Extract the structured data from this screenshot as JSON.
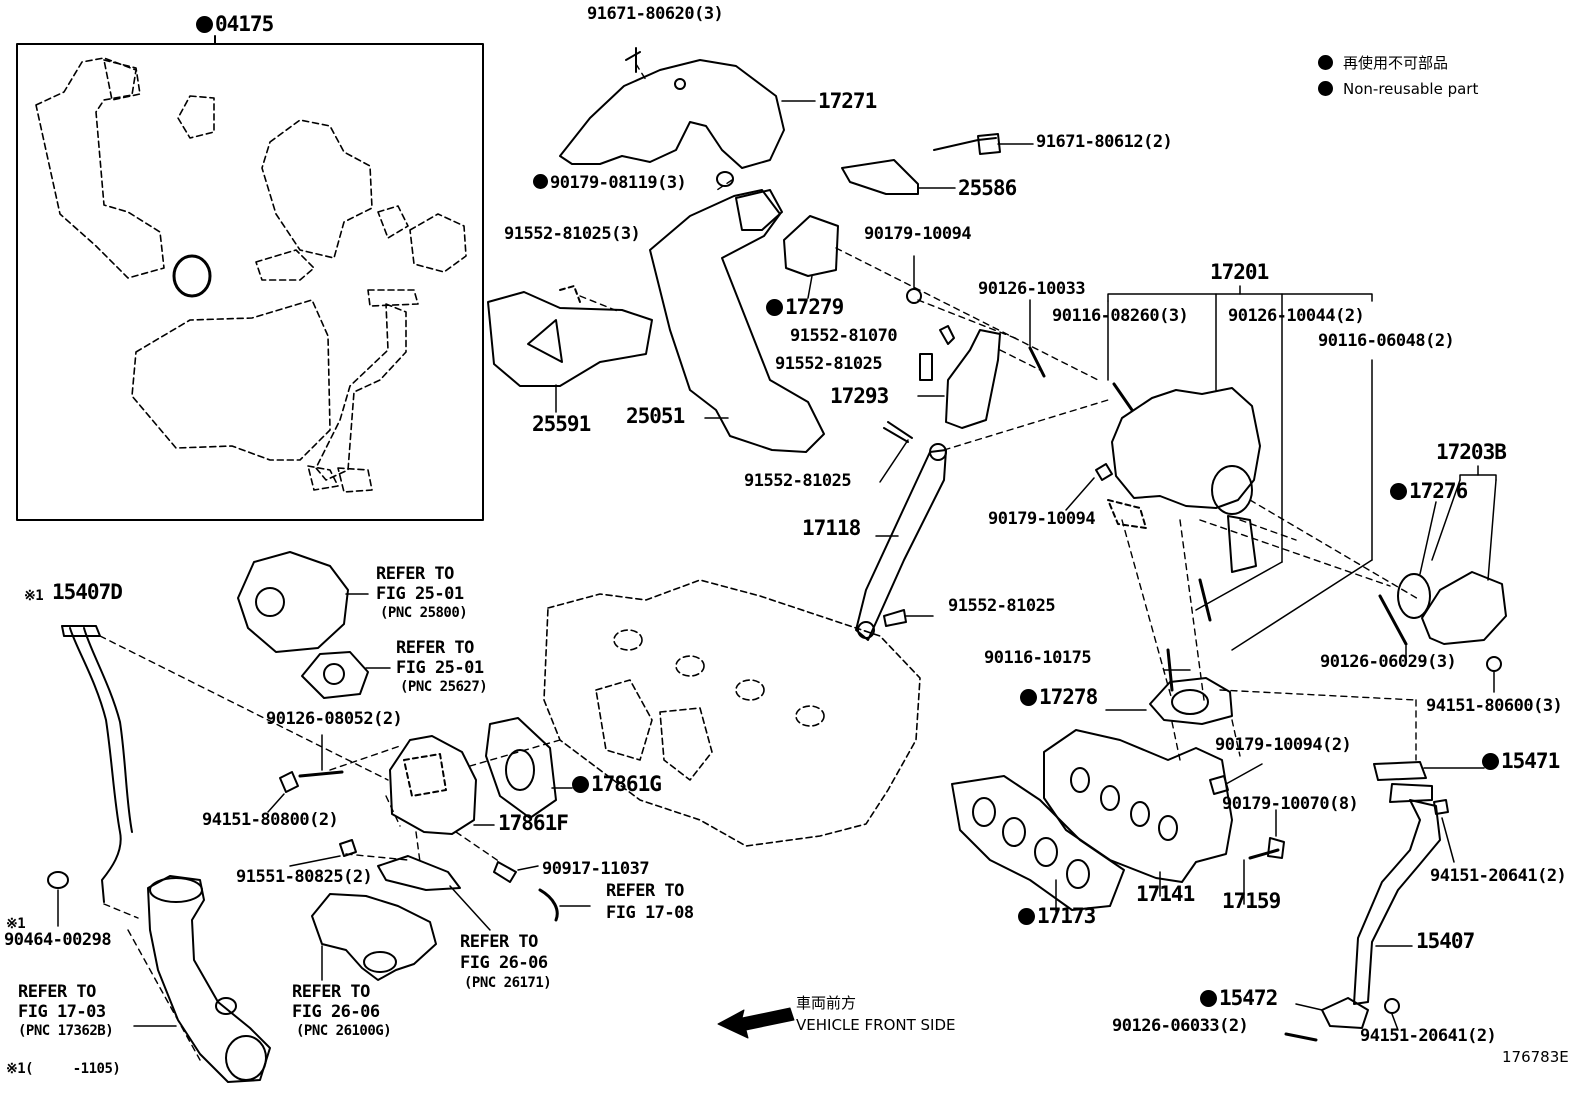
{
  "legend": {
    "jp": "再使用不可部品",
    "en": "Non-reusable part"
  },
  "kit_label": "04175",
  "parts": {
    "p91671_80620": "91671-80620(3)",
    "p17271": "17271",
    "p91671_80612": "91671-80612(2)",
    "p25586": "25586",
    "p90179_08119": "90179-08119(3)",
    "p91552_81025_3": "91552-81025(3)",
    "p90179_10094_a": "90179-10094",
    "p17279": "17279",
    "p90126_10033": "90126-10033",
    "p17201": "17201",
    "p90116_08260": "90116-08260(3)",
    "p90126_10044": "90126-10044(2)",
    "p90116_06048": "90116-06048(2)",
    "p91552_81070": "91552-81070",
    "p91552_81025_a": "91552-81025",
    "p17293": "17293",
    "p25591": "25591",
    "p25051": "25051",
    "p91552_81025_b": "91552-81025",
    "p17203B": "17203B",
    "p17276": "17276",
    "p17118": "17118",
    "p90179_10094_b": "90179-10094",
    "p91552_81025_c": "91552-81025",
    "p15407D": "15407D",
    "p15407D_mark": "※1",
    "p90116_10175": "90116-10175",
    "p90126_06029": "90126-06029(3)",
    "p17278": "17278",
    "p94151_80600": "94151-80600(3)",
    "p90126_08052": "90126-08052(2)",
    "p90179_10094_c": "90179-10094(2)",
    "p15471": "15471",
    "p17861G": "17861G",
    "p94151_80800": "94151-80800(2)",
    "p17861F": "17861F",
    "p90179_10070": "90179-10070(8)",
    "p90917_11037": "90917-11037",
    "p94151_20641_a": "94151-20641(2)",
    "p91551_80825": "91551-80825(2)",
    "p17141": "17141",
    "p17159": "17159",
    "p17173": "17173",
    "p15407": "15407",
    "p90464_mark": "※1",
    "p90464_00298": "90464-00298",
    "p15472": "15472",
    "p90126_06033": "90126-06033(2)",
    "p94151_20641_b": "94151-20641(2)"
  },
  "refs": {
    "r1": {
      "line1": "REFER TO",
      "line2": "FIG 25-01",
      "pnc": "(PNC 25800)"
    },
    "r2": {
      "line1": "REFER TO",
      "line2": "FIG 25-01",
      "pnc": "(PNC 25627)"
    },
    "r3": {
      "line1": "REFER TO",
      "line2": "FIG 17-08"
    },
    "r4": {
      "line1": "REFER TO",
      "line2": "FIG 26-06",
      "pnc": "(PNC 26171)"
    },
    "r5": {
      "line1": "REFER TO",
      "line2": "FIG 26-06",
      "pnc": "(PNC 26100G)"
    },
    "r6": {
      "line1": "REFER TO",
      "line2": "FIG 17-03",
      "pnc": "(PNC 17362B)"
    }
  },
  "front": {
    "jp": "車両前方",
    "en": "VEHICLE FRONT SIDE"
  },
  "footnote": "※1(     -1105)",
  "figure_id": "176783E"
}
